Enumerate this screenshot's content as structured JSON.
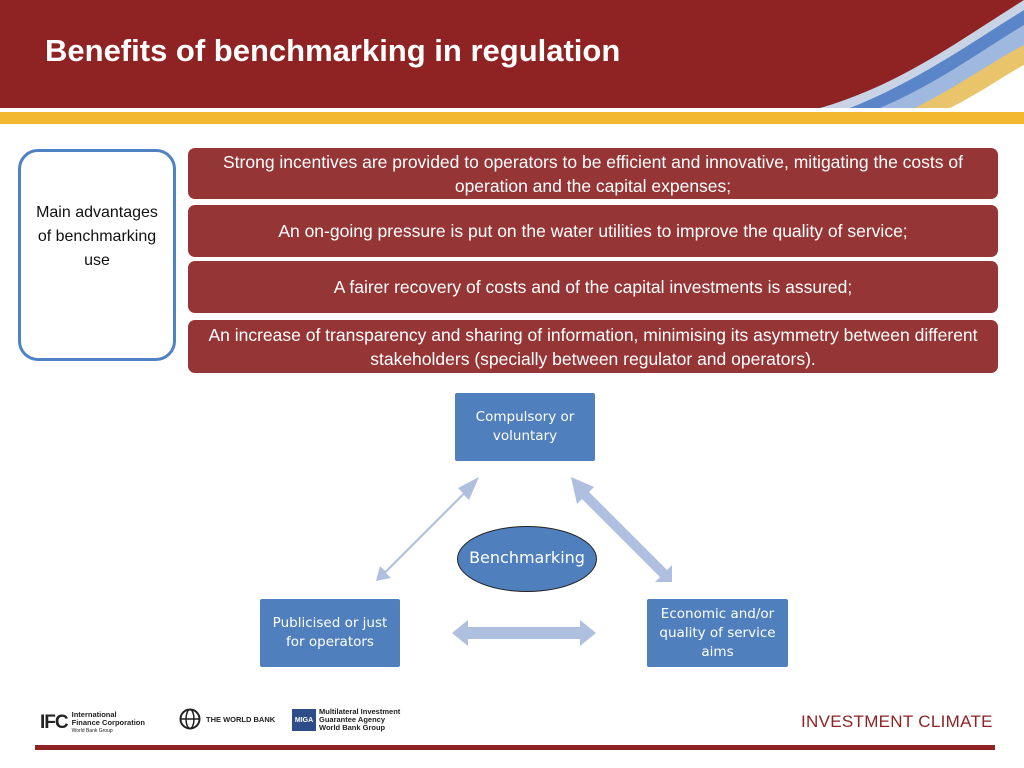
{
  "slide": {
    "title": "Benefits of benchmarking in regulation"
  },
  "sidebar_box": {
    "label": "Main advantages of benchmarking use"
  },
  "advantages": [
    "Strong incentives are provided to operators to be efficient and innovative, mitigating the costs of operation and the capital expenses;",
    "An on-going pressure is put on the water utilities to improve the quality of service;",
    "A fairer recovery of costs and of the capital investments is assured;",
    "An increase of transparency and sharing of information, minimising its asymmetry between different stakeholders (specially between regulator and operators)."
  ],
  "diagram": {
    "center": "Benchmarking",
    "top": "Compulsory or voluntary",
    "left": "Publicised or just for operators",
    "right": "Economic and/or quality of service aims"
  },
  "footer": {
    "ifc_mark": "IFC",
    "ifc_name_line1": "International",
    "ifc_name_line2": "Finance Corporation",
    "ifc_name_line3": "World Bank Group",
    "worldbank": "THE WORLD BANK",
    "miga_mark": "MIGA",
    "miga_line1": "Multilateral Investment",
    "miga_line2": "Guarantee Agency",
    "miga_line3": "World Bank Group",
    "tagline": "INVESTMENT CLIMATE"
  },
  "colors": {
    "header": "#8f2222",
    "gold_band": "#f2b830",
    "advantage_box": "#963535",
    "node_blue": "#4f7fbd",
    "arrow": "#aebfdf",
    "frame_blue": "#4f82c4"
  }
}
